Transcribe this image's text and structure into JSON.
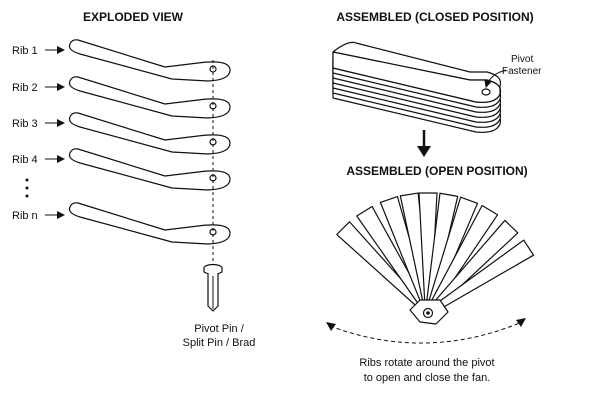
{
  "exploded": {
    "title": "EXPLODED VIEW",
    "rib_labels": [
      "Rib 1",
      "Rib 2",
      "Rib 3",
      "Rib 4",
      "Rib n"
    ],
    "pin_label_line1": "Pivot Pin /",
    "pin_label_line2": "Split Pin / Brad"
  },
  "closed": {
    "title": "ASSEMBLED (CLOSED POSITION)",
    "pivot_label_line1": "Pivot",
    "pivot_label_line2": "Fastener"
  },
  "open": {
    "title": "ASSEMBLED (OPEN POSITION)",
    "caption_line1": "Ribs rotate around the pivot",
    "caption_line2": "to open and close the fan."
  }
}
